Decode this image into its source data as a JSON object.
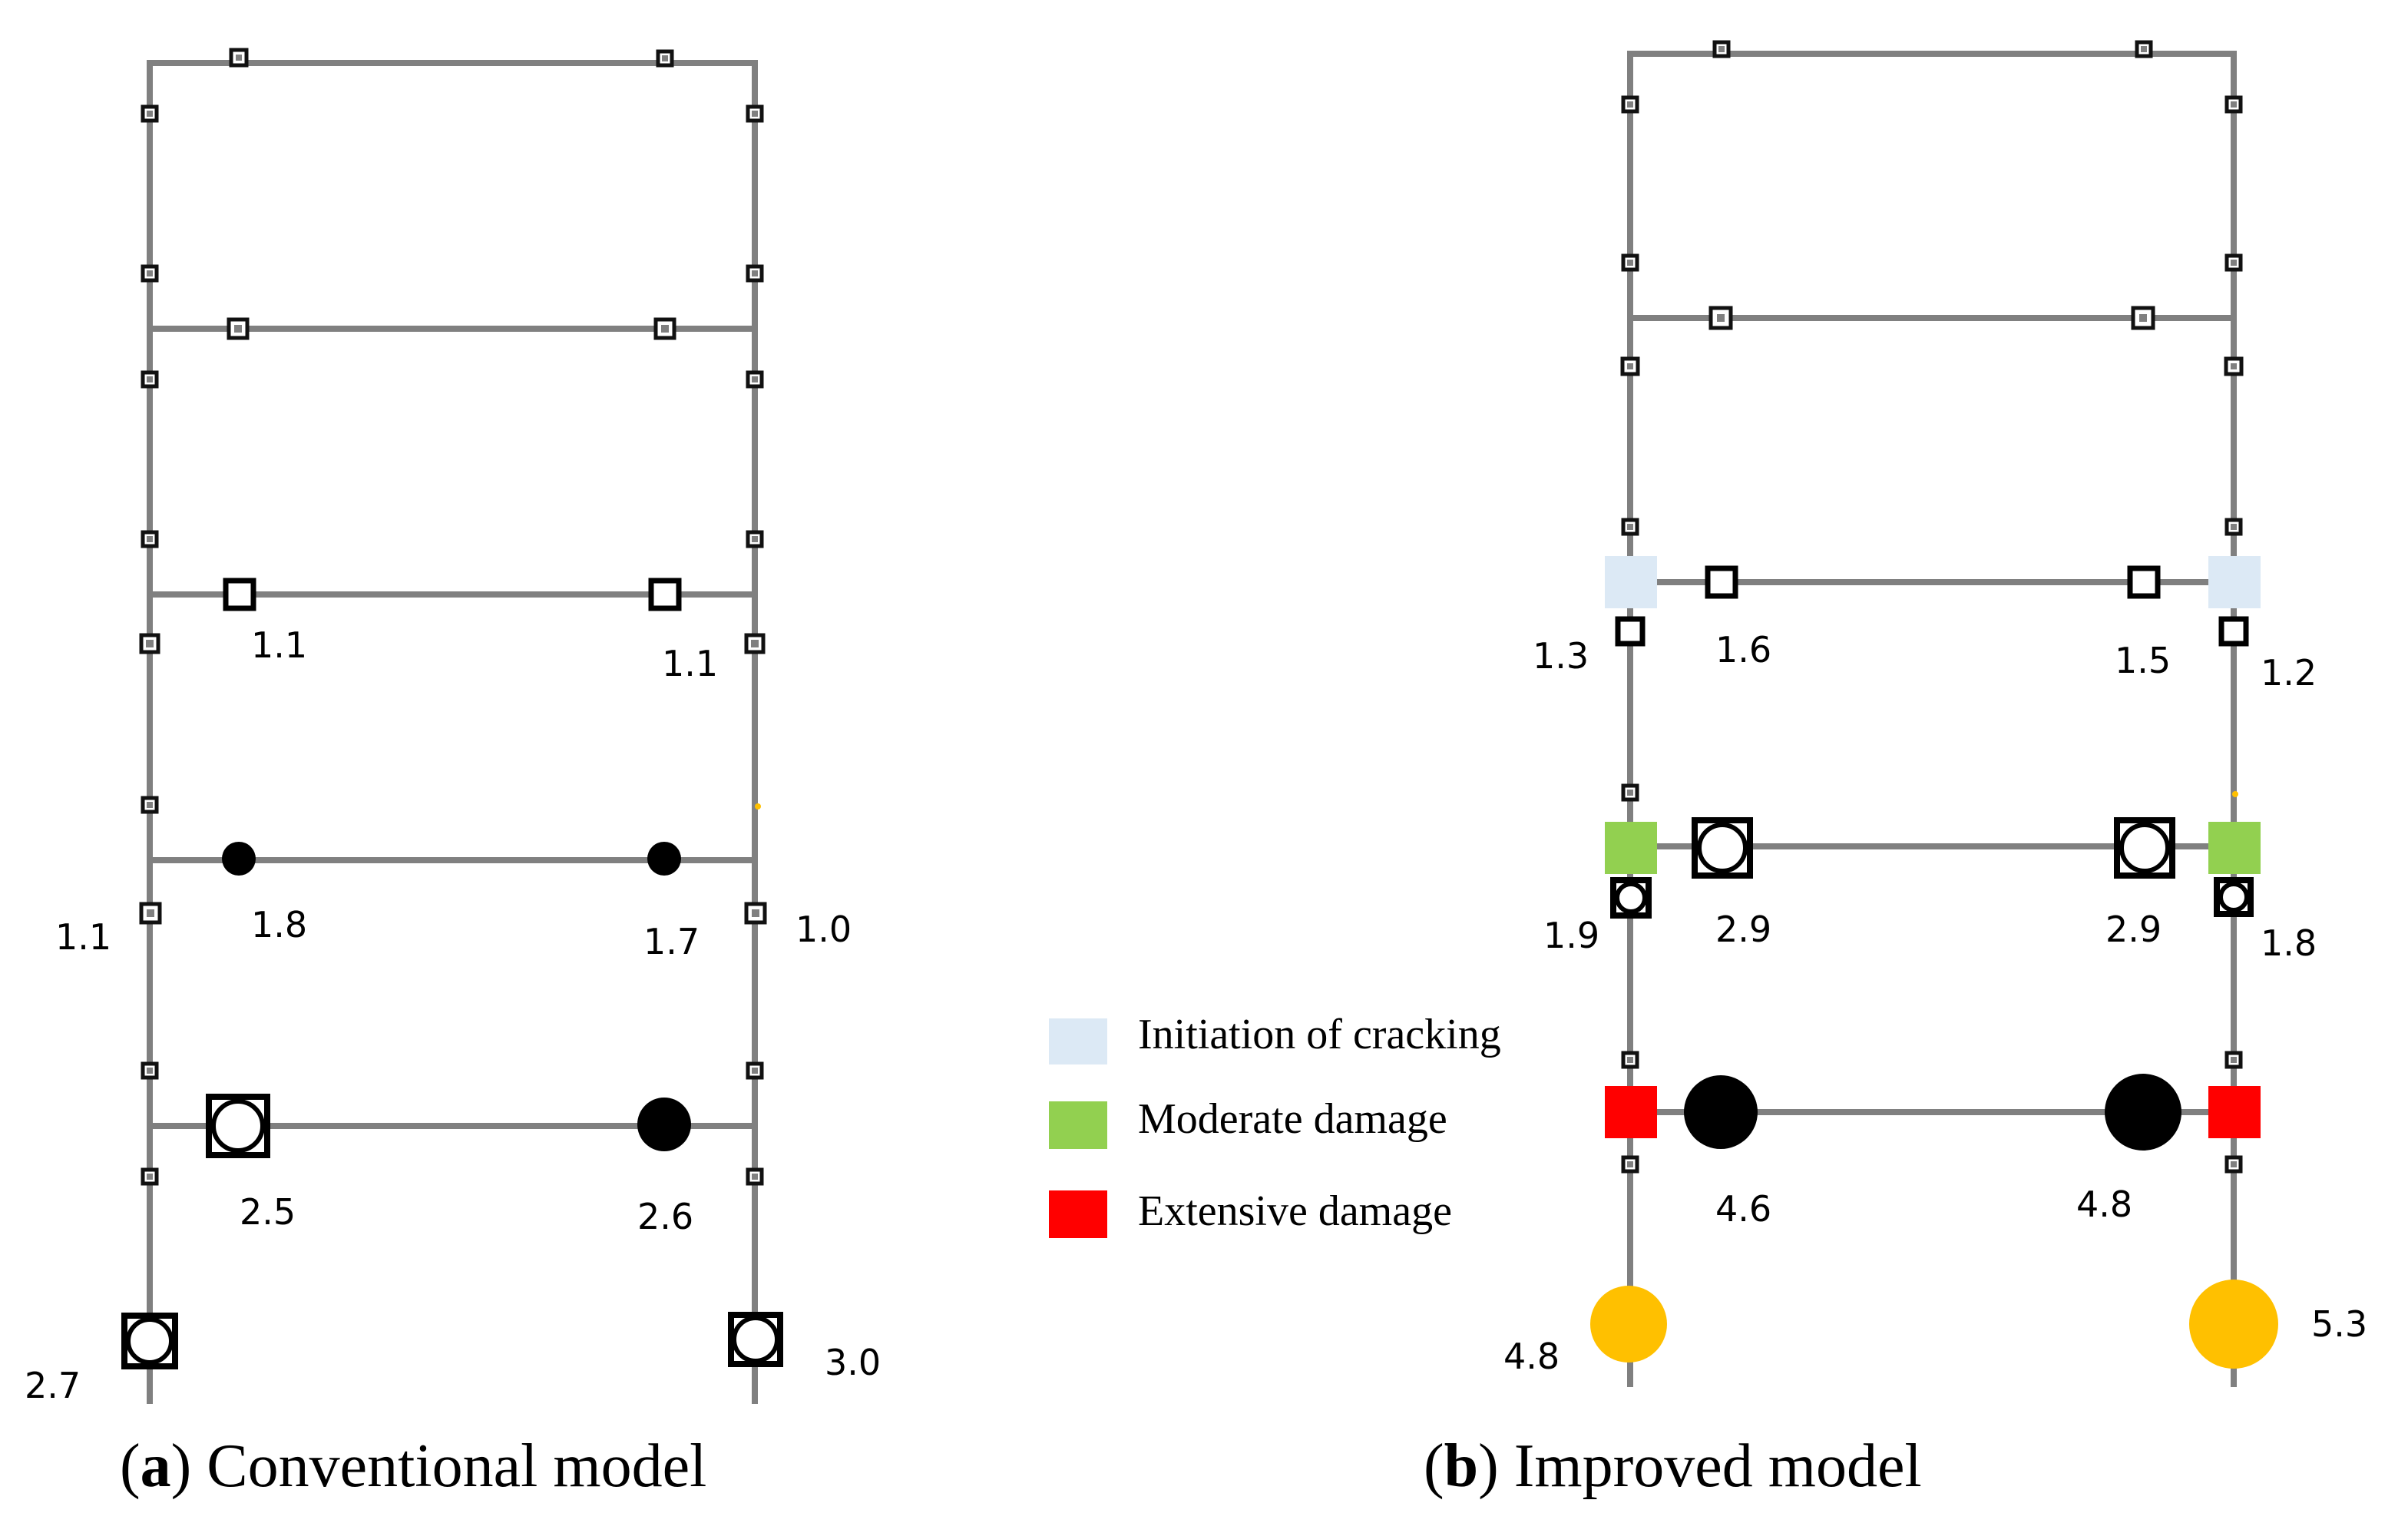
{
  "panels": [
    {
      "id": "a",
      "caption": {
        "open": "(",
        "letter": "a",
        "close": ")",
        "title": " Conventional model"
      },
      "labels": {
        "floor3_left_beam": "1.1",
        "floor3_right_beam": "1.1",
        "floor2_left_col": "1.1",
        "floor2_left_beam": "1.8",
        "floor2_right_beam": "1.7",
        "floor2_right_col": "1.0",
        "floor1_left_beam": "2.5",
        "floor1_right_beam": "2.6",
        "base_left": "2.7",
        "base_right": "3.0"
      }
    },
    {
      "id": "b",
      "caption": {
        "open": "(",
        "letter": "b",
        "close": ")",
        "title": " Improved model"
      },
      "labels": {
        "floor3_left_col": "1.3",
        "floor3_left_beam": "1.6",
        "floor3_right_beam": "1.5",
        "floor3_right_col": "1.2",
        "floor2_left_col": "1.9",
        "floor2_left_beam": "2.9",
        "floor2_right_beam": "2.9",
        "floor2_right_col": "1.8",
        "floor1_left_beam": "4.6",
        "floor1_right_beam": "4.8",
        "base_left": "4.8",
        "base_right": "5.3"
      }
    }
  ],
  "legend": [
    {
      "label": "Initiation of cracking",
      "color": "#dce9f5"
    },
    {
      "label": "Moderate damage",
      "color": "#92d050"
    },
    {
      "label": "Extensive damage",
      "color": "#ff0000"
    }
  ],
  "colors": {
    "frame": "#808080",
    "collapse_marker": "#ffc000"
  }
}
